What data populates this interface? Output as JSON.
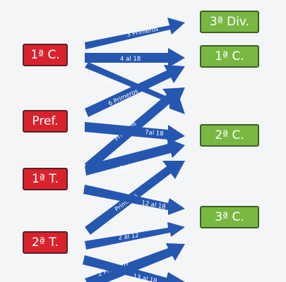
{
  "left_boxes": [
    "1ª C.",
    "Pref.",
    "1ª T.",
    "2ª T."
  ],
  "right_boxes": [
    "3ª Div.",
    "1ª C.",
    "2ª C.",
    "3ª C."
  ],
  "arrow_labels": [
    "3 Primeros",
    "4 al 18",
    "19 y 20",
    "6 Primeros",
    "Primeros",
    "7al 18",
    "2 al 11",
    "Primeros",
    "12 al 18",
    "2 al 12",
    "2 Primeros",
    "13 al 18"
  ],
  "colors": {
    "arrow": "#2557b0",
    "left_box": "#d8232f",
    "right_box": "#78b842",
    "background": "#f4f5f7"
  }
}
